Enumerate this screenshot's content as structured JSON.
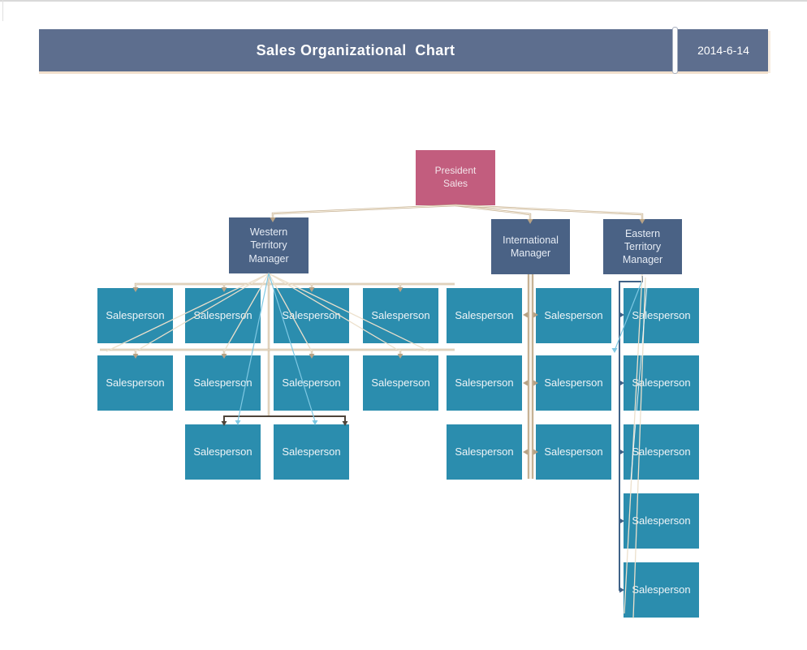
{
  "header": {
    "title": "Sales Organizational  Chart",
    "date": "2014-6-14"
  },
  "colors": {
    "header_bar": "#5d6e8e",
    "president_box": "#c25d7e",
    "manager_box": "#4a6285",
    "salesperson_box": "#2b8dae",
    "connector_tan": "#c6b295",
    "connector_tan_highlight": "#f9f1e2",
    "connector_dark_blue": "#3f6288",
    "connector_light_blue": "#7ec8e3",
    "connector_dark_brown": "#4e443a"
  },
  "org_chart": {
    "president": {
      "label_lines": [
        "President",
        "Sales"
      ]
    },
    "managers": [
      {
        "id": "western",
        "label_lines": [
          "Western",
          "Territory",
          "Manager"
        ]
      },
      {
        "id": "international",
        "label_lines": [
          "International",
          "Manager"
        ]
      },
      {
        "id": "eastern",
        "label_lines": [
          "Eastern",
          "Territory",
          "Manager"
        ]
      }
    ],
    "salesperson_label": "Salesperson",
    "salespersons": [
      {
        "row": 1,
        "col": 1
      },
      {
        "row": 1,
        "col": 2
      },
      {
        "row": 1,
        "col": 3
      },
      {
        "row": 1,
        "col": 4
      },
      {
        "row": 1,
        "col": 5
      },
      {
        "row": 1,
        "col": 6
      },
      {
        "row": 1,
        "col": 7
      },
      {
        "row": 2,
        "col": 1
      },
      {
        "row": 2,
        "col": 2
      },
      {
        "row": 2,
        "col": 3
      },
      {
        "row": 2,
        "col": 4
      },
      {
        "row": 2,
        "col": 5
      },
      {
        "row": 2,
        "col": 6
      },
      {
        "row": 2,
        "col": 7
      },
      {
        "row": 3,
        "col": 2
      },
      {
        "row": 3,
        "col": 3
      },
      {
        "row": 3,
        "col": 5
      },
      {
        "row": 3,
        "col": 6
      },
      {
        "row": 3,
        "col": 7
      },
      {
        "row": 4,
        "col": 7
      },
      {
        "row": 5,
        "col": 7
      }
    ]
  }
}
